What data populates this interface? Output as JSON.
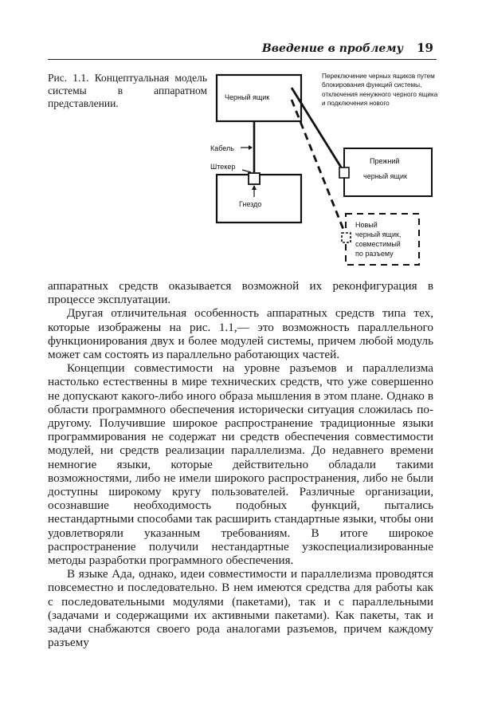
{
  "header": {
    "title": "Введение в проблему",
    "page_number": "19"
  },
  "caption": "Рис. 1.1. Концептуальная модель системы в аппаратном представлении.",
  "figure": {
    "black_box": "Черный ящик",
    "cable": "Кабель",
    "plug": "Штекер",
    "socket": "Гнездо",
    "old_box": [
      "Прежний",
      "черный ящик"
    ],
    "new_box": [
      "Новый",
      "черный ящик,",
      "совместимый",
      "по разъему"
    ],
    "note": "Переключение черных ящиков путем блокирования функций системы, отключения ненужного черного ящика и подключения нового"
  },
  "body": {
    "p1": "аппаратных средств оказывается возможной их реконфигурация в процессе эксплуатации.",
    "p2": "Другая отличительная особенность аппаратных средств типа тех, которые изображены на рис. 1.1,— это возможность параллельного функционирования двух и более модулей системы, причем любой модуль может сам состоять из параллельно работающих частей.",
    "p3": "Концепции совместимости на уровне разъемов и параллелизма настолько естественны в мире технических средств, что уже совершенно не допускают какого-либо иного образа мышления в этом плане. Однако в области программного обеспечения исторически ситуация сложилась по-другому. Получившие широкое распространение традиционные языки программирования не содержат ни средств обеспечения совместимости модулей, ни средств реализации параллелизма. До недавнего времени немногие языки, которые действительно обладали такими возможностями, либо не имели широкого распространения, либо не были доступны широкому кругу пользователей. Различные организации, осознавшие необходимость подобных функций, пытались нестандартными способами так расширить стандартные языки, чтобы они удовлетворяли указанным требованиям. В итоге широкое распространение получили нестандартные узкоспециализированные методы разработки программного обеспечения.",
    "p4": "В языке Ада, однако, идеи совместимости и параллелизма проводятся повсеместно и последовательно. В нем имеются средства для работы как с последовательными модулями (пакетами), так и с параллельными (задачами и содержащими их активными пакетами). Как пакеты, так и задачи снабжаются своего рода аналогами разъемов, причем каждому разъему"
  }
}
